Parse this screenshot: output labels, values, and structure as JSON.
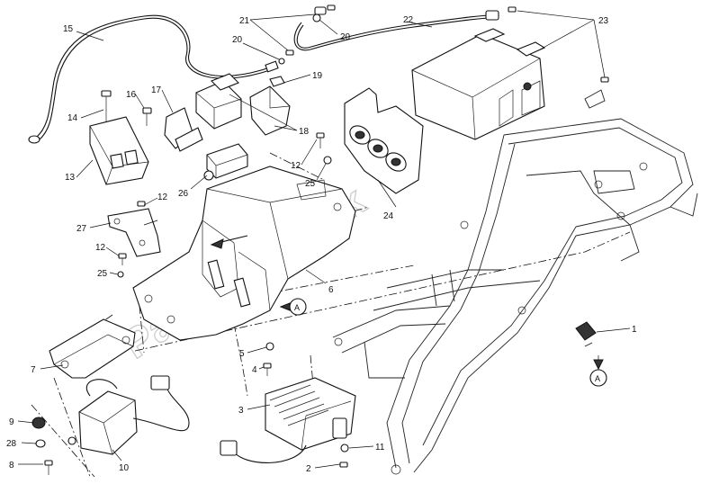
{
  "watermark": "PartsRepublik",
  "reference_marker": "A",
  "callouts": [
    {
      "id": "c1",
      "text": "1"
    },
    {
      "id": "c2",
      "text": "2"
    },
    {
      "id": "c3",
      "text": "3"
    },
    {
      "id": "c4",
      "text": "4"
    },
    {
      "id": "c5",
      "text": "5"
    },
    {
      "id": "c6",
      "text": "6"
    },
    {
      "id": "c7",
      "text": "7"
    },
    {
      "id": "c8",
      "text": "8"
    },
    {
      "id": "c9",
      "text": "9"
    },
    {
      "id": "c10",
      "text": "10"
    },
    {
      "id": "c11",
      "text": "11"
    },
    {
      "id": "c12a",
      "text": "12"
    },
    {
      "id": "c12b",
      "text": "12"
    },
    {
      "id": "c12c",
      "text": "12"
    },
    {
      "id": "c13",
      "text": "13"
    },
    {
      "id": "c14",
      "text": "14"
    },
    {
      "id": "c15",
      "text": "15"
    },
    {
      "id": "c16",
      "text": "16"
    },
    {
      "id": "c17",
      "text": "17"
    },
    {
      "id": "c18",
      "text": "18"
    },
    {
      "id": "c19",
      "text": "19"
    },
    {
      "id": "c20a",
      "text": "20"
    },
    {
      "id": "c20b",
      "text": "20"
    },
    {
      "id": "c21",
      "text": "21"
    },
    {
      "id": "c22",
      "text": "22"
    },
    {
      "id": "c23",
      "text": "23"
    },
    {
      "id": "c24",
      "text": "24"
    },
    {
      "id": "c25a",
      "text": "25"
    },
    {
      "id": "c25b",
      "text": "25"
    },
    {
      "id": "c26",
      "text": "26"
    },
    {
      "id": "c27",
      "text": "27"
    },
    {
      "id": "c28",
      "text": "28"
    }
  ]
}
